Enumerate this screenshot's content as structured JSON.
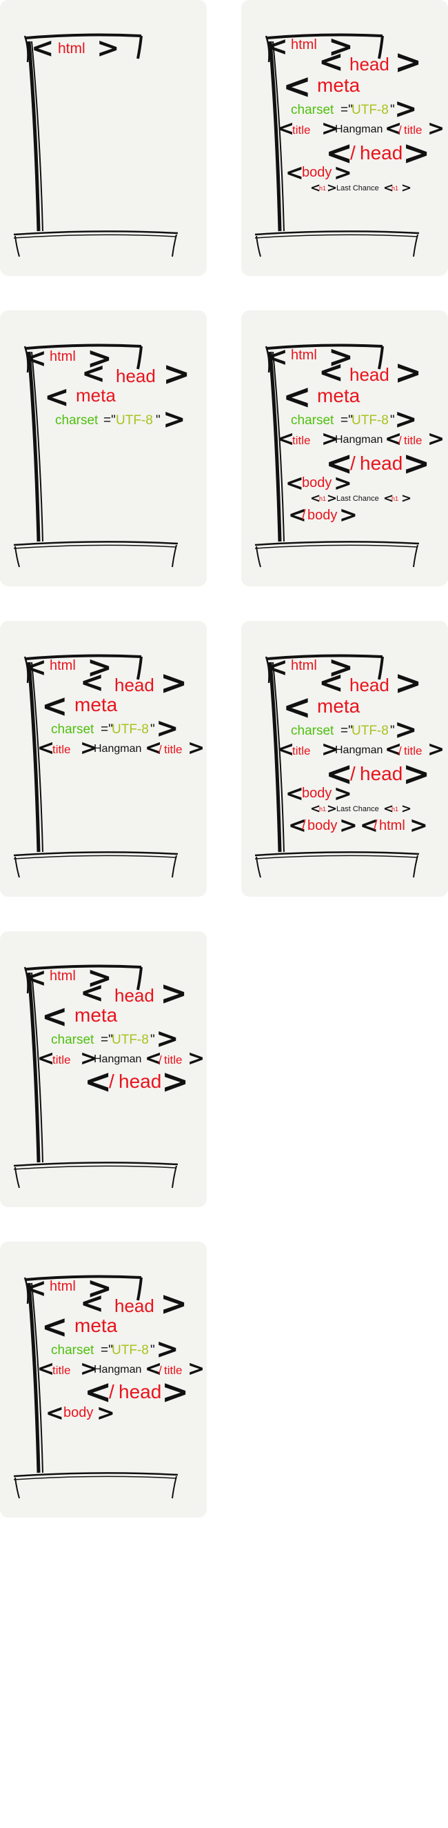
{
  "tokens": {
    "lt": "<",
    "gt": ">",
    "slash": "/",
    "html": "html",
    "head": "head",
    "meta": "meta",
    "charset": "charset",
    "eq_quote": "=\"",
    "quote": "\"",
    "utf8": "UTF-8",
    "title": "title",
    "hangman": "Hangman",
    "body": "body",
    "h1": "h1",
    "last_chance": "Last Chance"
  },
  "colors": {
    "card_bg": "#f3f3f0",
    "tag_red": "#e8141c",
    "attr_green": "#4fc00e",
    "value_lime": "#a9c21c",
    "gallows": "#111111"
  },
  "cards": [
    {
      "stage": 1,
      "visible_lines": [
        "<html>"
      ]
    },
    {
      "stage": 2,
      "visible_lines": [
        "<html>",
        "<head>",
        "<meta",
        "charset=\"UTF-8\">"
      ]
    },
    {
      "stage": 3,
      "visible_lines": [
        "<html>",
        "<head>",
        "<meta",
        "charset=\"UTF-8\">",
        "<title>Hangman</title>"
      ]
    },
    {
      "stage": 4,
      "visible_lines": [
        "<html>",
        "<head>",
        "<meta",
        "charset=\"UTF-8\">",
        "<title>Hangman</title>",
        "</head>"
      ]
    },
    {
      "stage": 5,
      "visible_lines": [
        "<html>",
        "<head>",
        "<meta",
        "charset=\"UTF-8\">",
        "<title>Hangman</title>",
        "</head>",
        "<body>"
      ]
    },
    {
      "stage": 6,
      "visible_lines": [
        "<html>",
        "<head>",
        "<meta",
        "charset=\"UTF-8\">",
        "<title>Hangman</title>",
        "</head>",
        "<body>",
        "<h1>Last Chance</h1>"
      ]
    },
    {
      "stage": 7,
      "visible_lines": [
        "<html>",
        "<head>",
        "<meta",
        "charset=\"UTF-8\">",
        "<title>Hangman</title>",
        "</head>",
        "<body>",
        "<h1>Last Chance</h1>",
        "</body>"
      ]
    },
    {
      "stage": 8,
      "visible_lines": [
        "<html>",
        "<head>",
        "<meta",
        "charset=\"UTF-8\">",
        "<title>Hangman</title>",
        "</head>",
        "<body>",
        "<h1>Last Chance</h1>",
        "</body>",
        "</html>"
      ]
    }
  ]
}
